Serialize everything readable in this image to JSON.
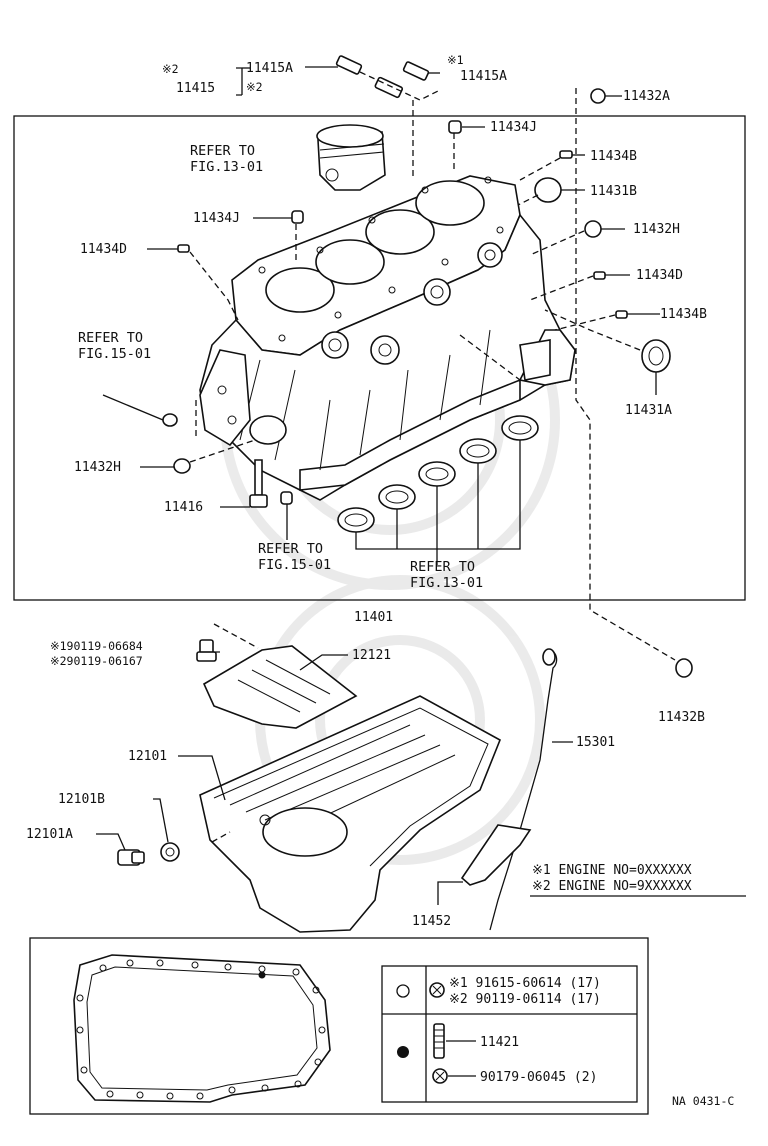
{
  "footnote_marks": {
    "m1": "※1",
    "m2": "※2"
  },
  "parts": {
    "p11415": "11415",
    "p11415A_left": "11415A",
    "p11415A_right": "11415A",
    "p11432A": "11432A",
    "p11434J_top": "11434J",
    "p11434B_top": "11434B",
    "p11431B": "11431B",
    "p11434J_mid": "11434J",
    "p11432H_right": "11432H",
    "p11434D_left": "11434D",
    "p11434D_right": "11434D",
    "p11434B_right": "11434B",
    "p11431A": "11431A",
    "p11432H_left": "11432H",
    "p11416": "11416",
    "p11401": "11401",
    "p12121": "12121",
    "p12101": "12101",
    "p12101B": "12101B",
    "p12101A": "12101A",
    "p15301": "15301",
    "p11452": "11452",
    "p11432B": "11432B",
    "p11421": "11421"
  },
  "refs": {
    "r1_line1": "REFER TO",
    "r1_line2": "FIG.13-01",
    "r2_line1": "REFER TO",
    "r2_line2": "FIG.15-01",
    "r3_line1": "REFER TO",
    "r3_line2": "FIG.15-01",
    "r4_line1": "REFER TO",
    "r4_line2": "FIG.13-01"
  },
  "bolt_callout": {
    "line1": "※190119-06684",
    "line2": "※290119-06167"
  },
  "engine_notes": {
    "note1": "※1 ENGINE NO=0XXXXXX",
    "note2": "※2 ENGINE NO=9XXXXXX"
  },
  "legend": {
    "row1_line1": "※1  91615-60614 (17)",
    "row1_line2": "※2  90119-06114 (17)",
    "row2_part": "11421",
    "row3_part": "90179-06045 (2)"
  },
  "diagram_code": "NA 0431-C"
}
